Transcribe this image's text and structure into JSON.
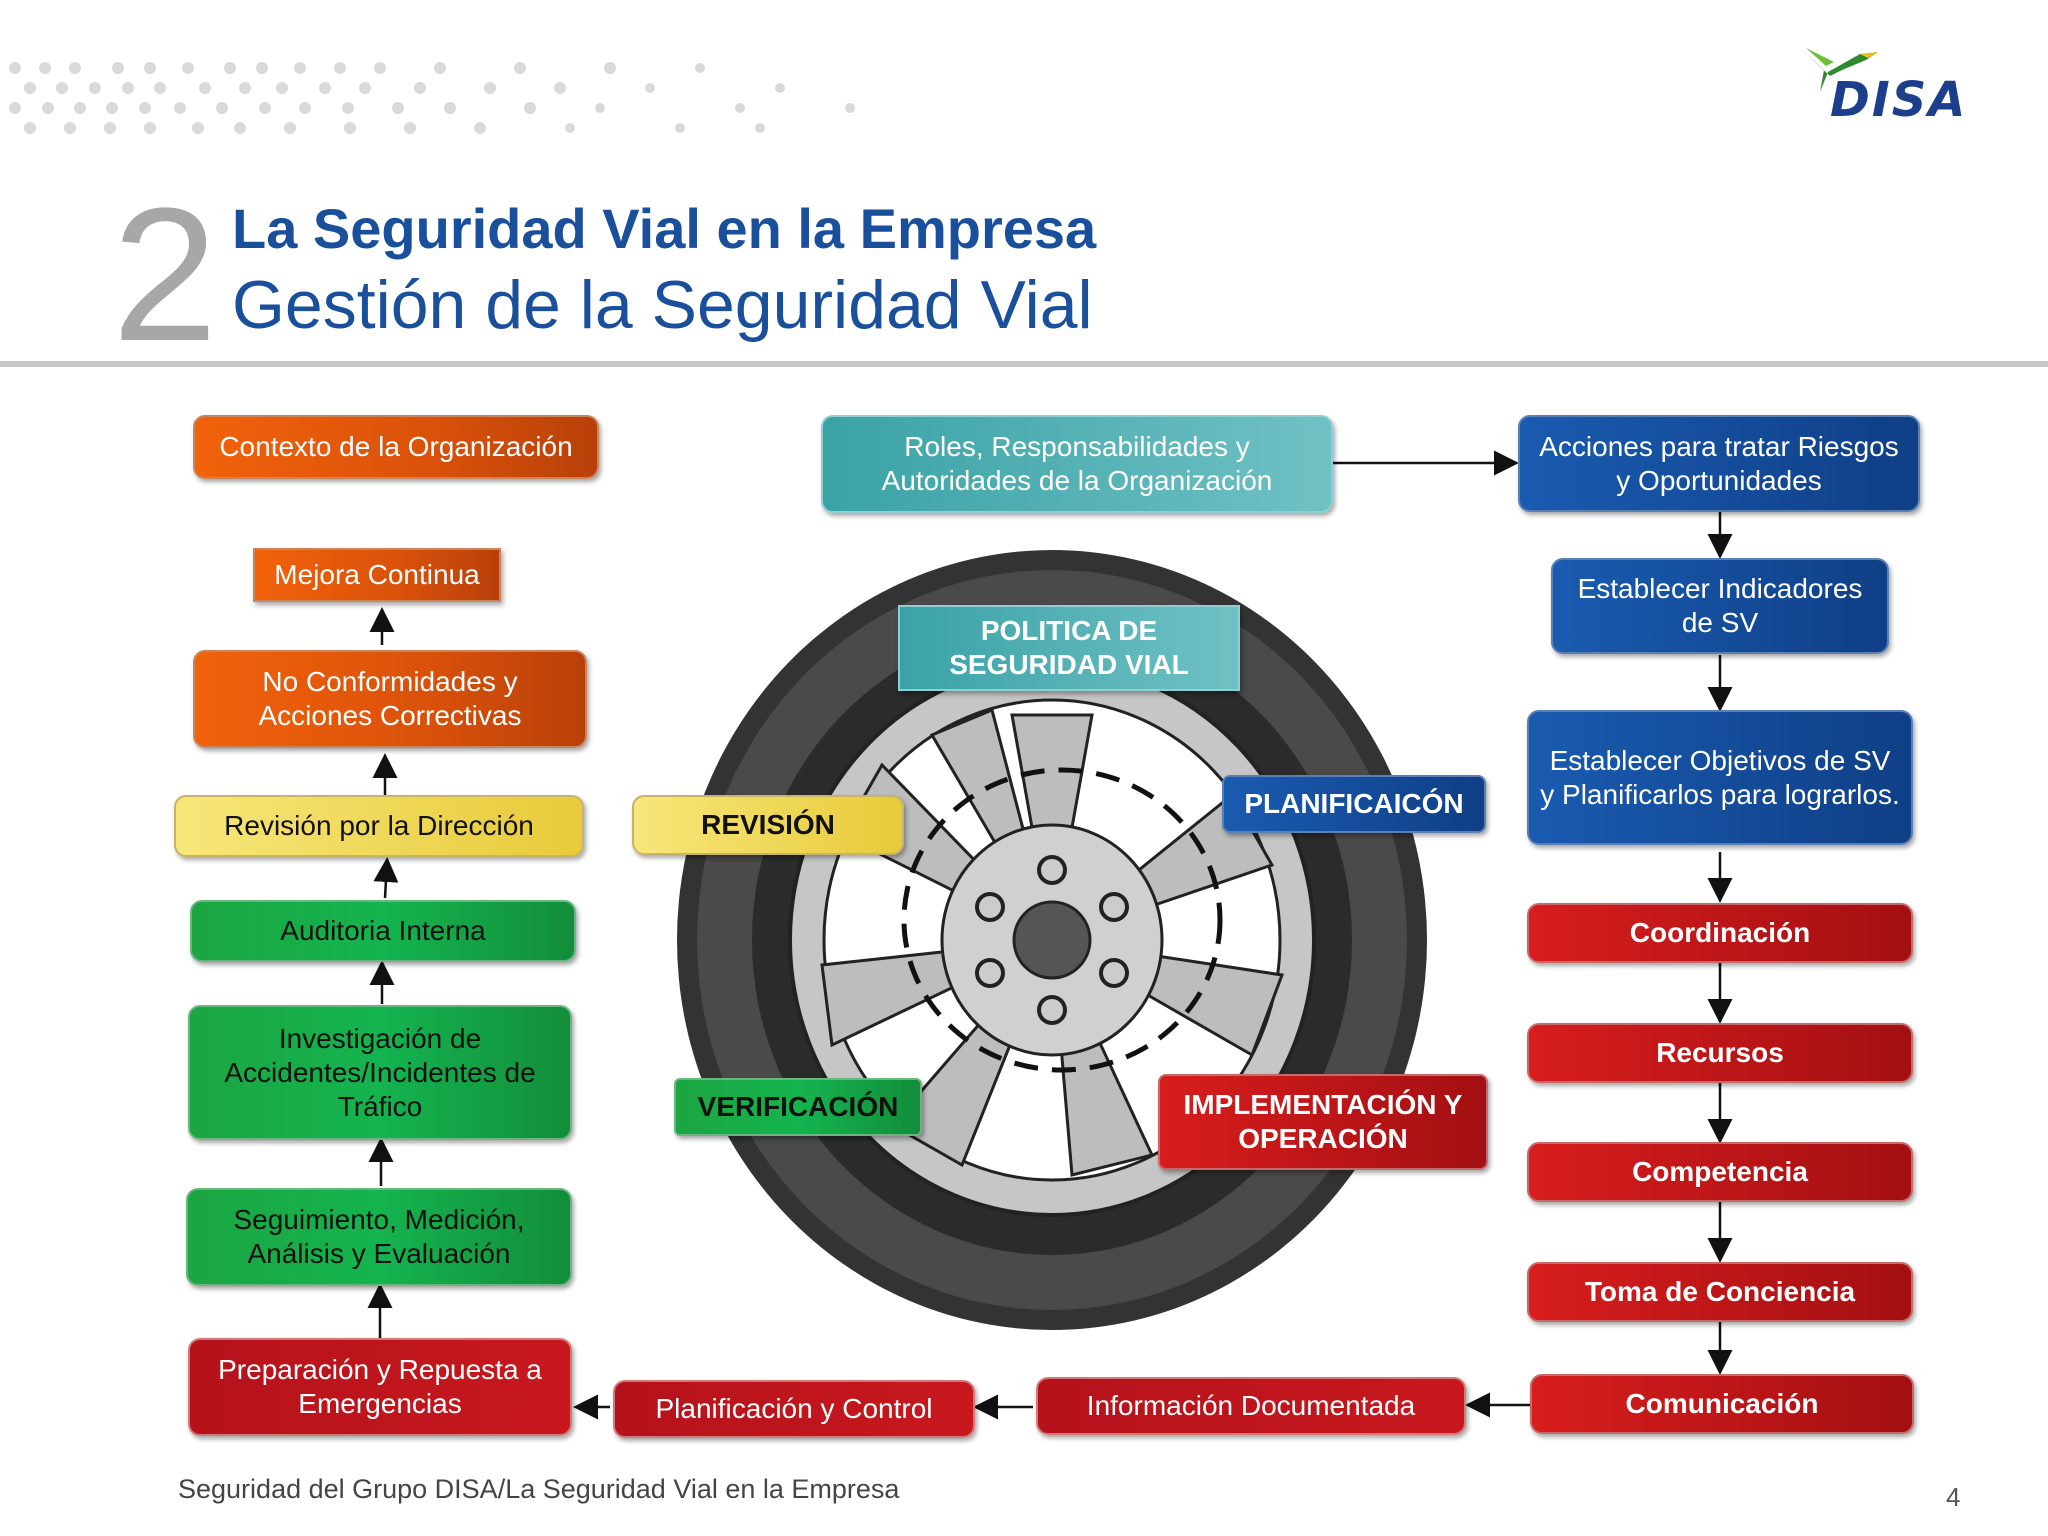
{
  "header": {
    "section_number": "2",
    "title": "La Seguridad Vial en la Empresa",
    "subtitle": "Gestión de la Seguridad Vial",
    "logo_text": "DISA"
  },
  "left_column": {
    "context": "Contexto de la Organización",
    "mejora": "Mejora Continua",
    "no_conformidades": "No Conformidades y Acciones Correctivas",
    "revision_direccion": "Revisión por la Dirección",
    "auditoria": "Auditoria Interna",
    "investigacion": "Investigación de Accidentes/Incidentes de Tráfico",
    "seguimiento": "Seguimiento, Medición, Análisis y Evaluación",
    "preparacion": "Preparación y Repuesta a Emergencias"
  },
  "top_center": {
    "roles": "Roles, Responsabilidades y Autoridades de la Organización"
  },
  "wheel": {
    "politica": "POLITICA DE SEGURIDAD VIAL",
    "planificacion": "PLANIFICAICÓN",
    "revision": "REVISIÓN",
    "verificacion": "VERIFICACIÓN",
    "implementacion": "IMPLEMENTACIÓN Y OPERACIÓN"
  },
  "right_column": {
    "acciones": "Acciones para tratar Riesgos y Oportunidades",
    "indicadores": "Establecer Indicadores de SV",
    "objetivos": "Establecer Objetivos de SV y Planificarlos para lograrlos.",
    "coordinacion": "Coordinación",
    "recursos": "Recursos",
    "competencia": "Competencia",
    "toma": "Toma de Conciencia",
    "comunicacion": "Comunicación"
  },
  "bottom_row": {
    "info_doc": "Información Documentada",
    "planificacion_control": "Planificación y Control"
  },
  "footer": {
    "text": "Seguridad del Grupo DISA/La Seguridad Vial en la Empresa",
    "page": "4"
  },
  "colors": {
    "title_blue": "#1a4f9c",
    "orange": "#e85a0c",
    "teal": "#4fb1b4",
    "blue": "#154f9e",
    "red": "#c0161b",
    "green": "#16a745",
    "yellow": "#f0d655"
  }
}
